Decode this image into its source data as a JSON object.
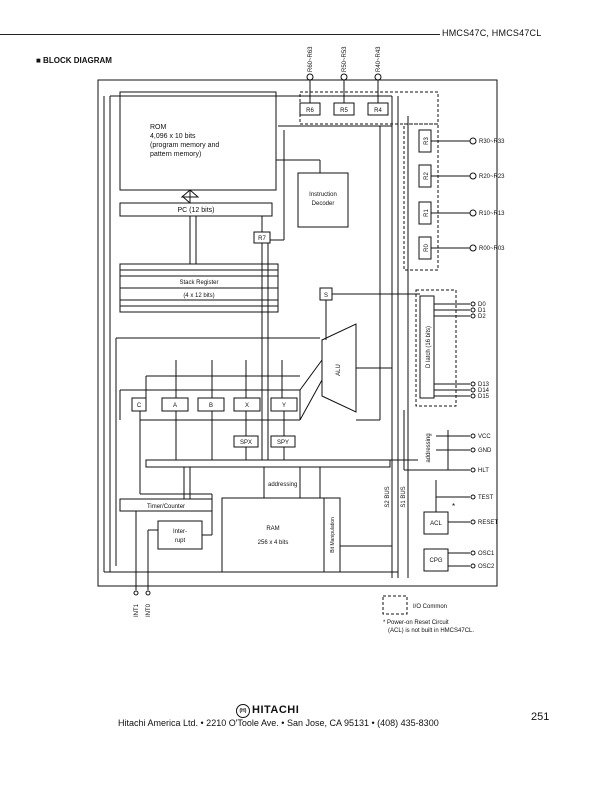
{
  "header": {
    "part_numbers": "HMCS47C, HMCS47CL"
  },
  "section": {
    "title": "■ BLOCK DIAGRAM"
  },
  "diagram": {
    "rom": {
      "line1": "ROM",
      "line2": "4,096 x 10 bits",
      "line3": "(program memory and",
      "line4": "pattern memory)"
    },
    "pc": "PC (12 bits)",
    "decoder": {
      "line1": "Instruction",
      "line2": "Decoder"
    },
    "stack": {
      "line1": "Stack Register",
      "line2": "(4 x 12 bits)"
    },
    "regs": {
      "r6": "R6",
      "r5": "R5",
      "r4": "R4",
      "r3": "R3",
      "r2": "R2",
      "r1": "R1",
      "r0": "R0",
      "r7": "R7",
      "s": "S"
    },
    "alu": "ALU",
    "dlatch": "D latch (16 bits)",
    "small_regs": {
      "c": "C",
      "a": "A",
      "b": "B",
      "x": "X",
      "y": "Y",
      "spx": "SPX",
      "spy": "SPY"
    },
    "addressing": "addressing",
    "timer": "Timer/Counter",
    "interrupt": {
      "line1": "Inter-",
      "line2": "rupt"
    },
    "ram": {
      "line1": "RAM",
      "line2": "256 x 4 bits"
    },
    "bitman": "Bit Manipulation",
    "s2bus": "S2 BUS",
    "s1bus": "S1 BUS",
    "acl": "ACL",
    "cpg": "CPG",
    "pins_top": {
      "r6": "R60~R63",
      "r5": "R50~R53",
      "r4": "R40~R43"
    },
    "pins_right": {
      "r3": "R30~R33",
      "r2": "R20~R23",
      "r1": "R10~R13",
      "r0": "R00~R03",
      "d0": "D0",
      "d1": "D1",
      "d2": "D2",
      "d13": "D13",
      "d14": "D14",
      "d15": "D15",
      "vcc": "VCC",
      "gnd": "GND",
      "hlt": "HLT",
      "test": "TEST",
      "reset": "RESET",
      "osc1": "OSC1",
      "osc2": "OSC2"
    },
    "pins_bottom": {
      "int1": "INT1",
      "int0": "INT0"
    },
    "asterisk": "*",
    "legend": {
      "io_common": "I/O Common",
      "note1": "* Power-on Reset Circuit",
      "note2": "(ACL) is not built in HMCS47CL."
    }
  },
  "footer": {
    "brand": "HITACHI",
    "logo": "(H)",
    "address": "Hitachi America Ltd.  •  2210 O'Toole Ave.  •  San Jose, CA 95131  •  (408) 435-8300",
    "page_number": "251"
  }
}
